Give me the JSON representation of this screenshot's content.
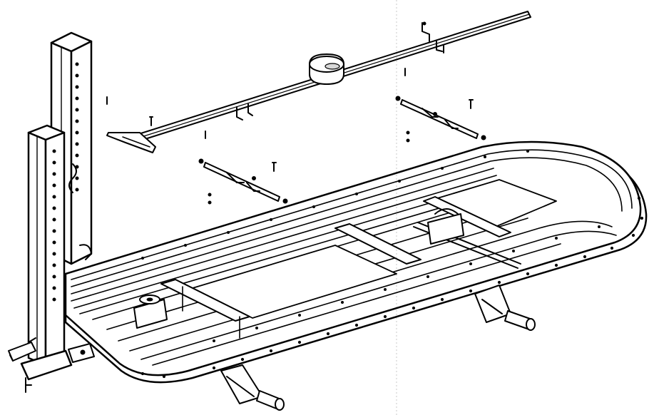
{
  "figure": {
    "kind": "technical line drawing",
    "colors": {
      "ink": "#000000",
      "paper": "#ffffff"
    },
    "components": [
      "tall-tower-left",
      "short-tower-left",
      "measuring-bridge",
      "measuring-gauge",
      "cross-bracket-left",
      "cross-bracket-right",
      "frame-bench-deck",
      "deck-rails",
      "cross-members",
      "center-support",
      "support-legs",
      "roller-wheels",
      "tower-clamp",
      "anchor-bolts"
    ]
  }
}
